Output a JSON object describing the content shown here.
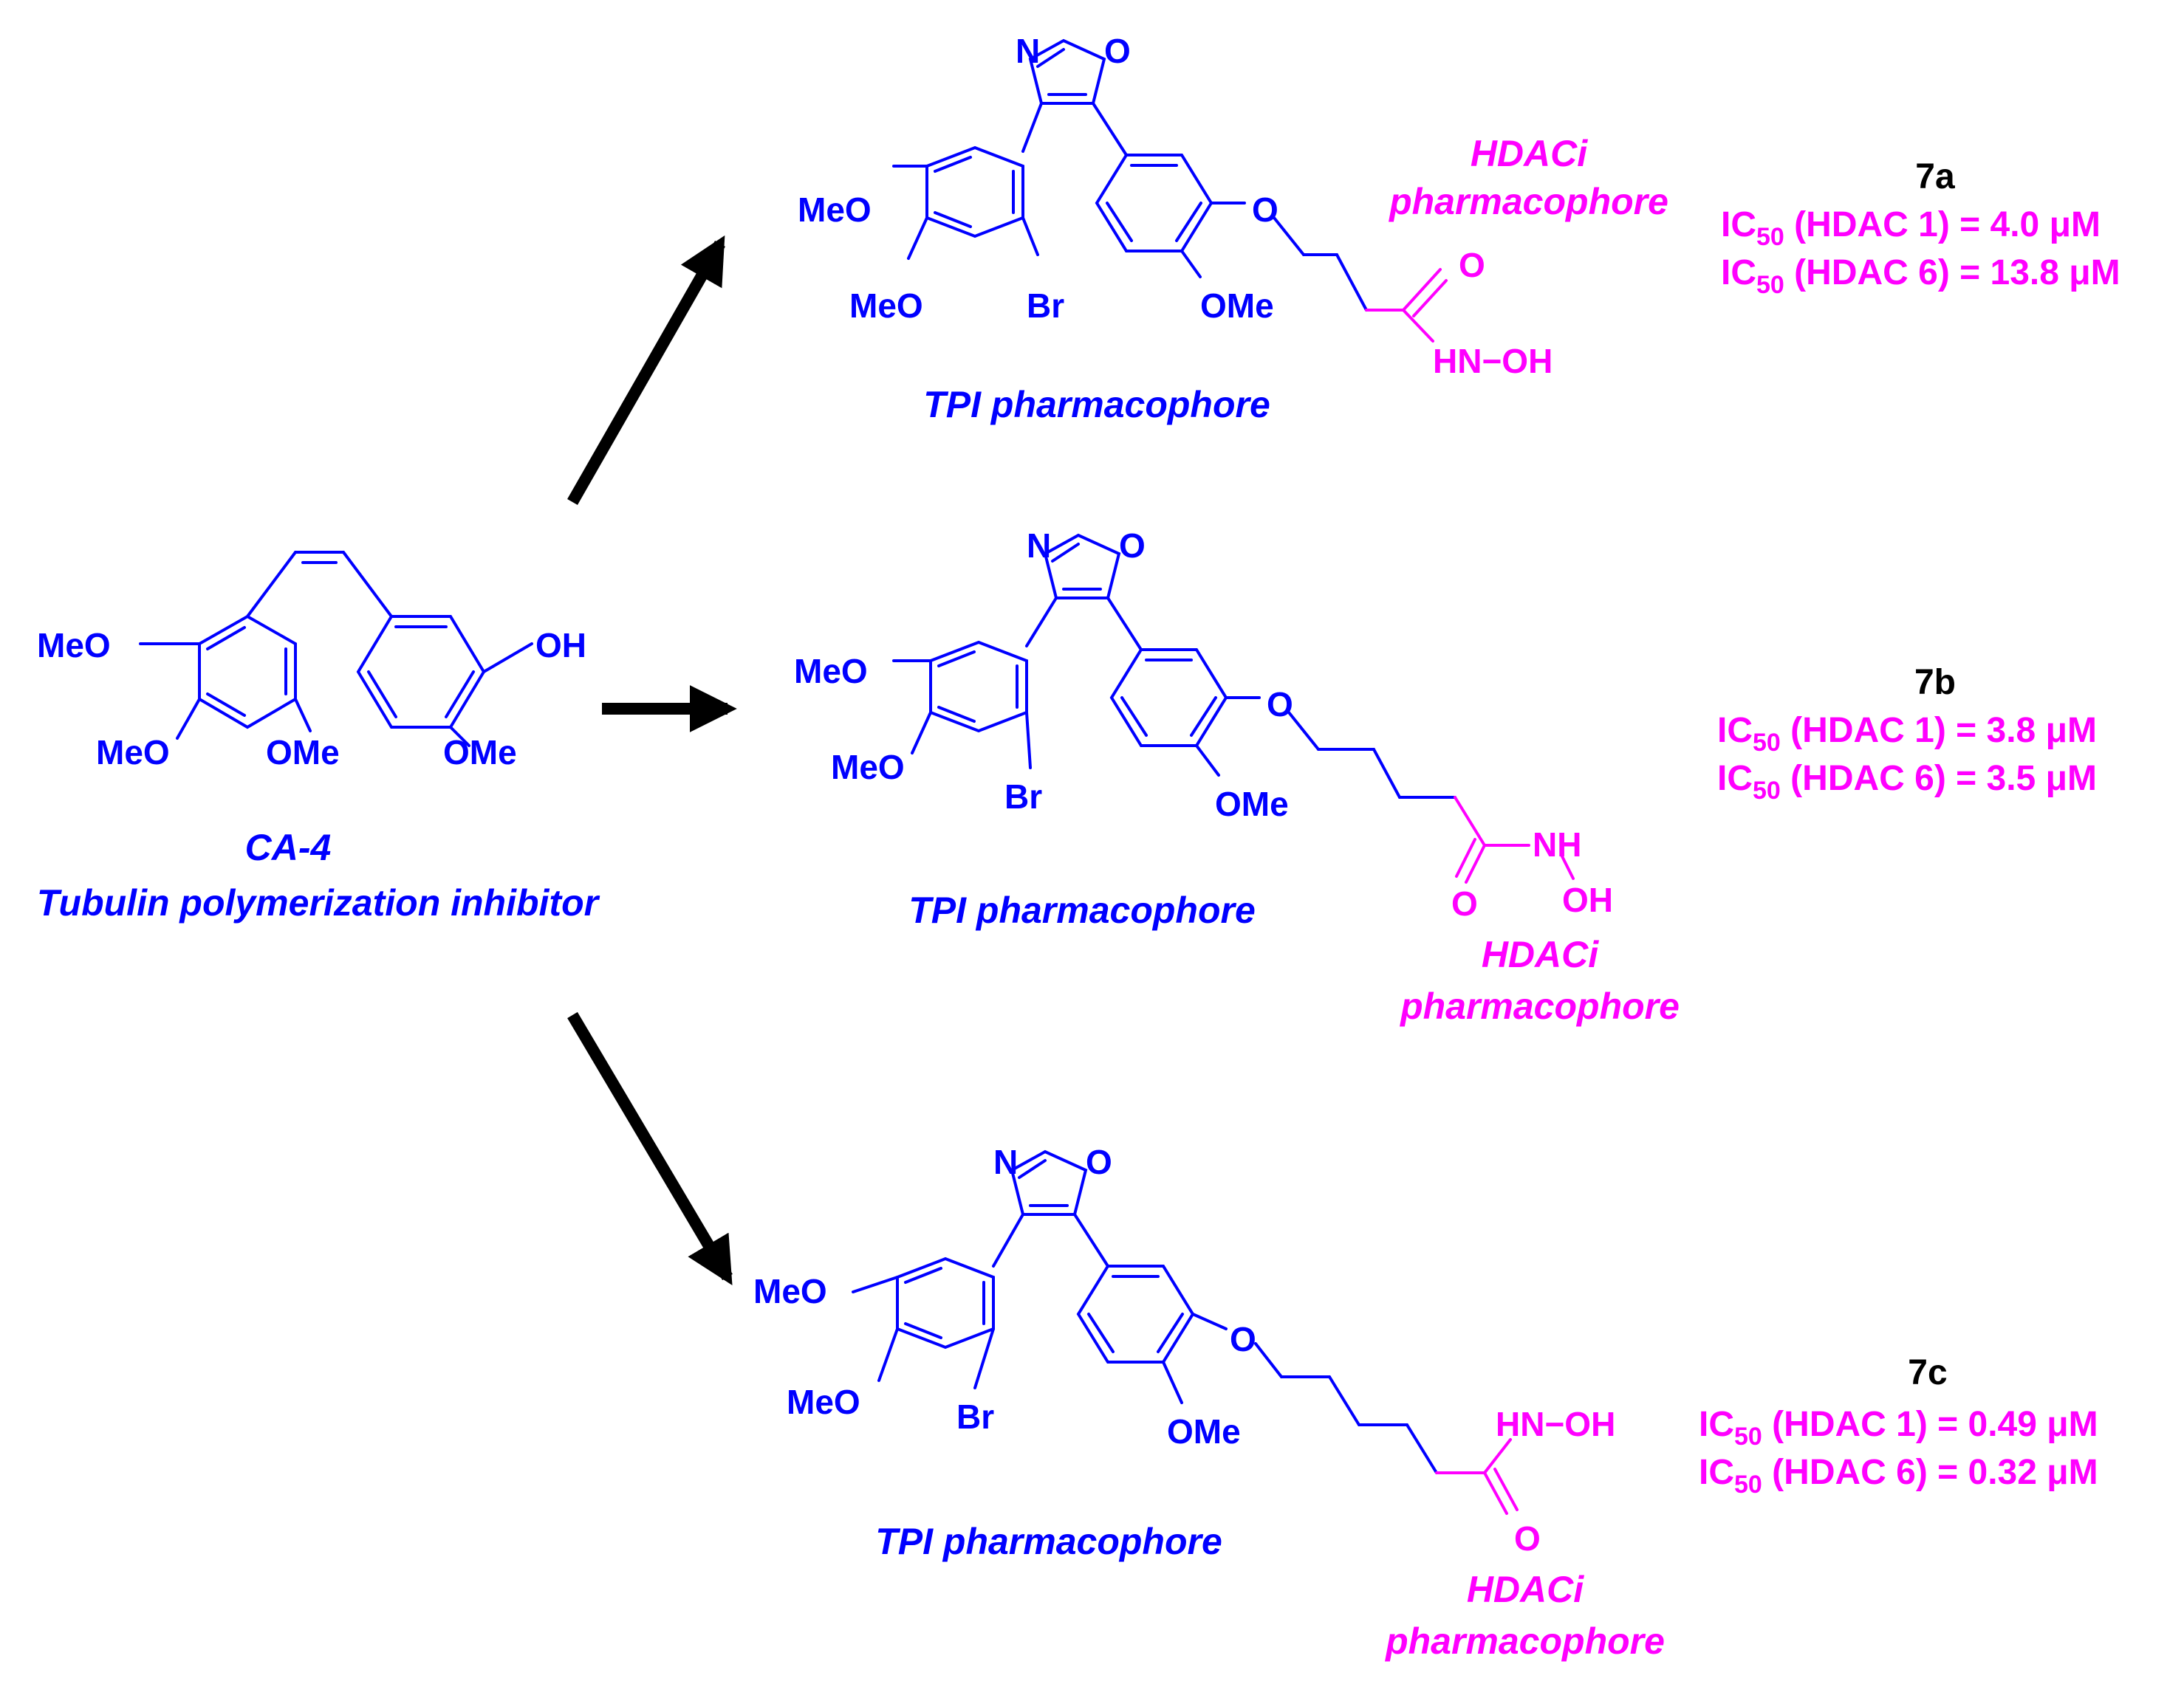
{
  "colors": {
    "tpi": "#0000ff",
    "hdac": "#ff00ff",
    "arrow": "#000000",
    "label": "#000000"
  },
  "atoms": {
    "MeO": "MeO",
    "OMe": "OMe",
    "OH": "OH",
    "Br": "Br",
    "N": "N",
    "O": "O",
    "HN_OH": "HN−OH",
    "NH": "NH"
  },
  "ca4": {
    "name": "CA-4",
    "subtitle": "Tubulin polymerization inhibitor"
  },
  "compounds": [
    {
      "id": "7a",
      "tpi_label": "TPI pharmacophore",
      "hdac_label_1": "HDACi",
      "hdac_label_2": "pharmacophore",
      "ic50_1_prefix": "IC",
      "ic50_1_sub": "50",
      "ic50_1_rest": " (HDAC 1) = 4.0 μM",
      "ic50_2_prefix": "IC",
      "ic50_2_sub": "50",
      "ic50_2_rest": " (HDAC 6) = 13.8 μM"
    },
    {
      "id": "7b",
      "tpi_label": "TPI pharmacophore",
      "hdac_label_1": "HDACi",
      "hdac_label_2": "pharmacophore",
      "ic50_1_prefix": "IC",
      "ic50_1_sub": "50",
      "ic50_1_rest": " (HDAC 1) = 3.8 μM",
      "ic50_2_prefix": "IC",
      "ic50_2_sub": "50",
      "ic50_2_rest": " (HDAC 6) = 3.5 μM"
    },
    {
      "id": "7c",
      "tpi_label": "TPI pharmacophore",
      "hdac_label_1": "HDACi",
      "hdac_label_2": "pharmacophore",
      "ic50_1_prefix": "IC",
      "ic50_1_sub": "50",
      "ic50_1_rest": " (HDAC 1) = 0.49 μM",
      "ic50_2_prefix": "IC",
      "ic50_2_sub": "50",
      "ic50_2_rest": " (HDAC 6) = 0.32 μM"
    }
  ]
}
